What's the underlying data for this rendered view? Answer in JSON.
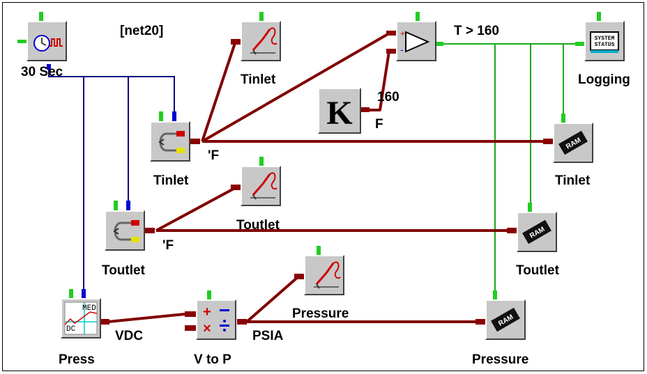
{
  "title": "[net20]",
  "blocks": {
    "clock": {
      "label": "30 Sec",
      "icon": "clock-pulse-icon"
    },
    "trend_tin": {
      "label": "Tinlet",
      "icon": "pen-recorder-icon"
    },
    "comparator": {
      "label": "T > 160",
      "icon": "comparator-triangle-icon"
    },
    "logging": {
      "label": "Logging",
      "icon": "system-status-monitor-icon"
    },
    "constant": {
      "label": "K",
      "value": "160",
      "unit": "F",
      "icon": "constant-k-icon"
    },
    "tin_sensor": {
      "label": "Tinlet",
      "unit": "'F",
      "icon": "thermocouple-icon"
    },
    "ram_tin": {
      "label": "Tinlet",
      "icon": "ram-chip-icon"
    },
    "trend_tout": {
      "label": "Toutlet",
      "icon": "pen-recorder-icon"
    },
    "tout_sensor": {
      "label": "Toutlet",
      "unit": "'F",
      "icon": "thermocouple-icon"
    },
    "ram_tout": {
      "label": "Toutlet",
      "icon": "ram-chip-icon"
    },
    "trend_press": {
      "label": "Pressure",
      "icon": "pen-recorder-icon"
    },
    "press": {
      "label": "Press",
      "unit": "VDC",
      "icon": "dc-med-chart-icon",
      "dc_text": "DC",
      "med_text": "MED"
    },
    "math": {
      "label": "V to P",
      "unit": "PSIA",
      "icon": "math-operators-icon"
    },
    "ram_press": {
      "label": "Pressure",
      "icon": "ram-chip-icon"
    },
    "ram_chip_text": "RAM",
    "status_text_1": "SYSTEM",
    "status_text_2": "STATUS"
  },
  "colors": {
    "wire_analog": "#800000",
    "wire_clock": "#000080",
    "wire_digital": "#1aaa1a",
    "pin_green": "#22cc22",
    "pin_blue": "#0000cc",
    "pin_red": "#8b0000",
    "block_face": "#c8c8c8"
  }
}
